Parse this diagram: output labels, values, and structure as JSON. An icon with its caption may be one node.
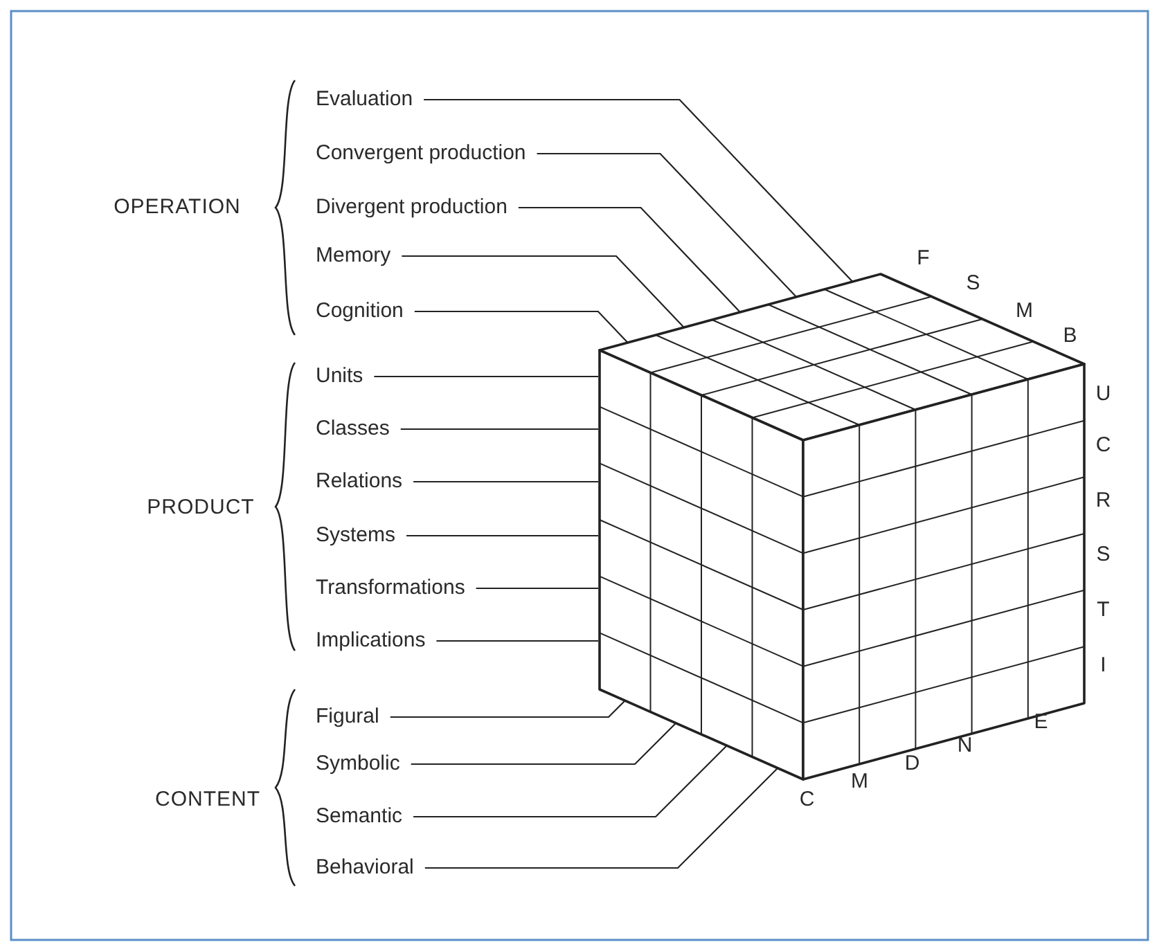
{
  "diagram": {
    "nodes": [
      {
        "text": [
          "Evaluation"
        ]
      },
      {
        "text": [
          "Convergent production"
        ]
      },
      {
        "text": [
          "Divergent production"
        ]
      },
      {
        "text": [
          "Memory"
        ]
      },
      {
        "text": [
          "Cognition"
        ]
      },
      {
        "text": [
          "Units"
        ]
      },
      {
        "text": [
          "Classes"
        ]
      },
      {
        "text": [
          "Relations"
        ]
      },
      {
        "text": [
          "Systems"
        ]
      },
      {
        "text": [
          "Transformations"
        ]
      },
      {
        "text": [
          "Implications"
        ]
      },
      {
        "text": [
          "Figural"
        ]
      },
      {
        "text": [
          "Symbolic"
        ]
      },
      {
        "text": [
          "Semantic"
        ]
      },
      {
        "text": [
          "Behavioral"
        ]
      },
      {
        "text": [],
        "shape": "cube"
      }
    ],
    "edges": [
      {
        "from": 0,
        "to": 15,
        "arrow": "none"
      },
      {
        "from": 1,
        "to": 15,
        "arrow": "none"
      },
      {
        "from": 2,
        "to": 15,
        "arrow": "none"
      },
      {
        "from": 3,
        "to": 15,
        "arrow": "none"
      },
      {
        "from": 4,
        "to": 15,
        "arrow": "none"
      },
      {
        "from": 5,
        "to": 15,
        "arrow": "none"
      },
      {
        "from": 6,
        "to": 15,
        "arrow": "none"
      },
      {
        "from": 7,
        "to": 15,
        "arrow": "none"
      },
      {
        "from": 8,
        "to": 15,
        "arrow": "none"
      },
      {
        "from": 9,
        "to": 15,
        "arrow": "none"
      },
      {
        "from": 10,
        "to": 15,
        "arrow": "none"
      },
      {
        "from": 11,
        "to": 15,
        "arrow": "none"
      },
      {
        "from": 12,
        "to": 15,
        "arrow": "none"
      },
      {
        "from": 13,
        "to": 15,
        "arrow": "none"
      },
      {
        "from": 14,
        "to": 15,
        "arrow": "none"
      }
    ],
    "labels": [
      "OPERATION",
      "PRODUCT",
      "CONTENT",
      "F",
      "S",
      "M",
      "B",
      "U",
      "C",
      "R",
      "S",
      "T",
      "I",
      "C",
      "M",
      "D",
      "N",
      "E"
    ]
  }
}
